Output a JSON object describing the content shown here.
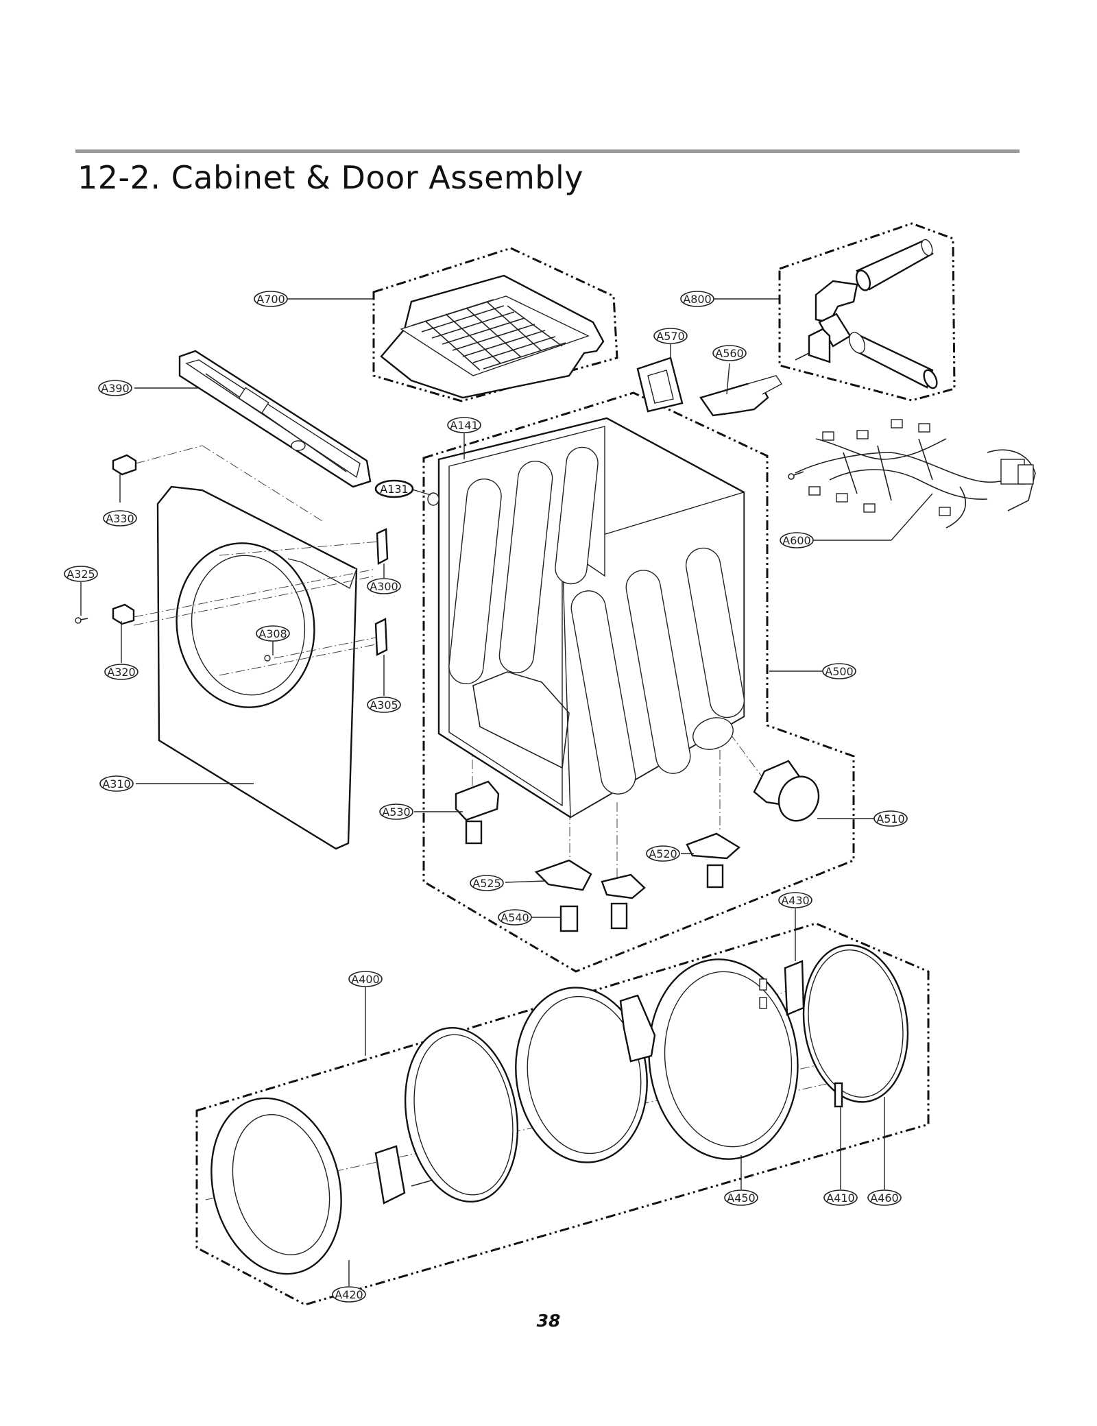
{
  "header": {
    "title": "12-2. Cabinet & Door Assembly"
  },
  "footer": {
    "page_number": "38"
  },
  "callouts": {
    "A700": "A700",
    "A800": "A800",
    "A570": "A570",
    "A560": "A560",
    "A390": "A390",
    "A141": "A141",
    "A131": "A131",
    "A330": "A330",
    "A600": "A600",
    "A325": "A325",
    "A300": "A300",
    "A308": "A308",
    "A320": "A320",
    "A305": "A305",
    "A500": "A500",
    "A310": "A310",
    "A530": "A530",
    "A510": "A510",
    "A520": "A520",
    "A525": "A525",
    "A540": "A540",
    "A430": "A430",
    "A400": "A400",
    "A450": "A450",
    "A410": "A410",
    "A460": "A460",
    "A420": "A420"
  }
}
